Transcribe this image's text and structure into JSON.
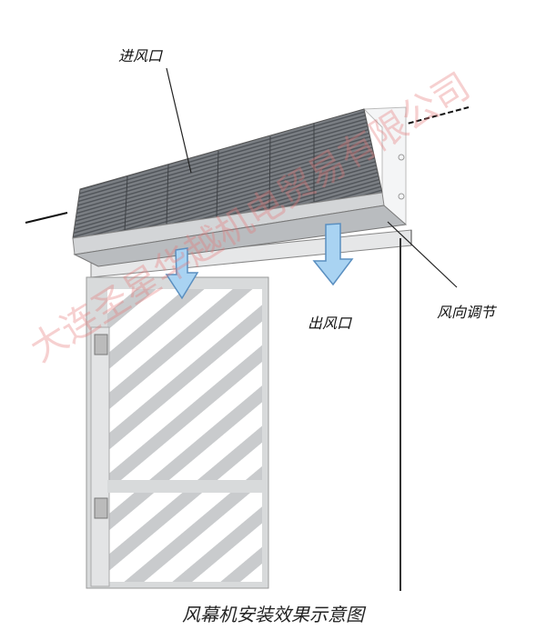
{
  "labels": {
    "inlet": "进风口",
    "outlet": "出风口",
    "direction_adjust": "风向调节"
  },
  "caption": "风幕机安装效果示意图",
  "watermark": "大连圣星华越机电贸易有限公司",
  "colors": {
    "arrow": "#a9d3f2",
    "arrow_stroke": "#5a8fc0",
    "grille": "#6f7378",
    "hatch": "#c9cbcd"
  }
}
